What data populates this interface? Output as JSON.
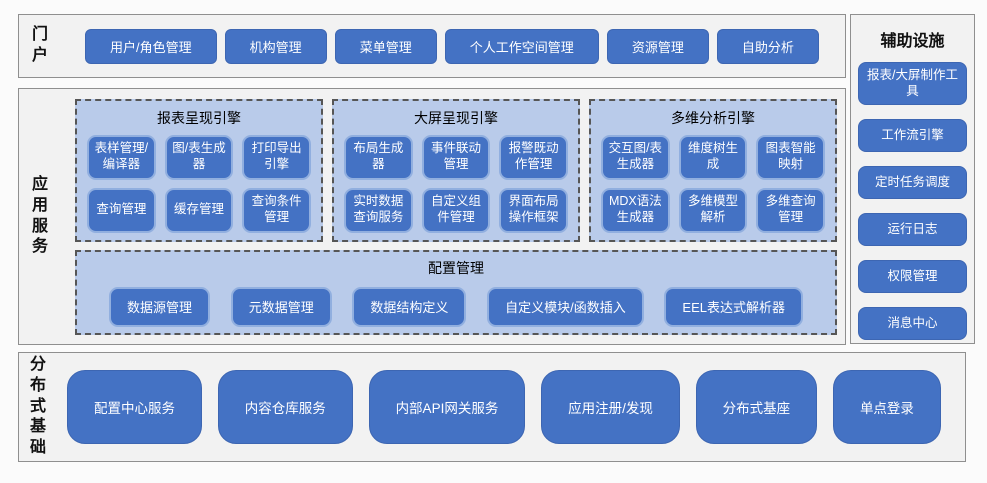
{
  "colors": {
    "node_blue": "#4472c4",
    "engine_panel_blue": "#b9cbea",
    "module_border_blue": "#91afdf",
    "section_gray": "#f2f2f2",
    "section_border": "#8f8f8f",
    "node_text": "#ffffff"
  },
  "portal": {
    "label": "门户",
    "buttons": [
      "用户/角色管理",
      "机构管理",
      "菜单管理",
      "个人工作空间管理",
      "资源管理",
      "自助分析"
    ]
  },
  "app_services": {
    "label": "应用服务",
    "engines": [
      {
        "title": "报表呈现引擎",
        "modules": [
          "表样管理/编译器",
          "图/表生成器",
          "打印导出引擎",
          "查询管理",
          "缓存管理",
          "查询条件管理"
        ]
      },
      {
        "title": "大屏呈现引擎",
        "modules": [
          "布局生成器",
          "事件联动管理",
          "报警既动作管理",
          "实时数据查询服务",
          "自定义组件管理",
          "界面布局操作框架"
        ]
      },
      {
        "title": "多维分析引擎",
        "modules": [
          "交互图/表生成器",
          "维度树生成",
          "图表智能映射",
          "MDX语法生成器",
          "多维模型解析",
          "多维查询管理"
        ]
      }
    ],
    "config": {
      "title": "配置管理",
      "modules": [
        "数据源管理",
        "元数据管理",
        "数据结构定义",
        "自定义模块/函数插入",
        "EEL表达式解析器"
      ]
    }
  },
  "infrastructure": {
    "label": "分布式基础",
    "buttons": [
      "配置中心服务",
      "内容仓库服务",
      "内部API网关服务",
      "应用注册/发现",
      "分布式基座",
      "单点登录"
    ]
  },
  "auxiliary": {
    "label": "辅助设施",
    "buttons": [
      "报表/大屏制作工具",
      "工作流引擎",
      "定时任务调度",
      "运行日志",
      "权限管理",
      "消息中心"
    ]
  }
}
